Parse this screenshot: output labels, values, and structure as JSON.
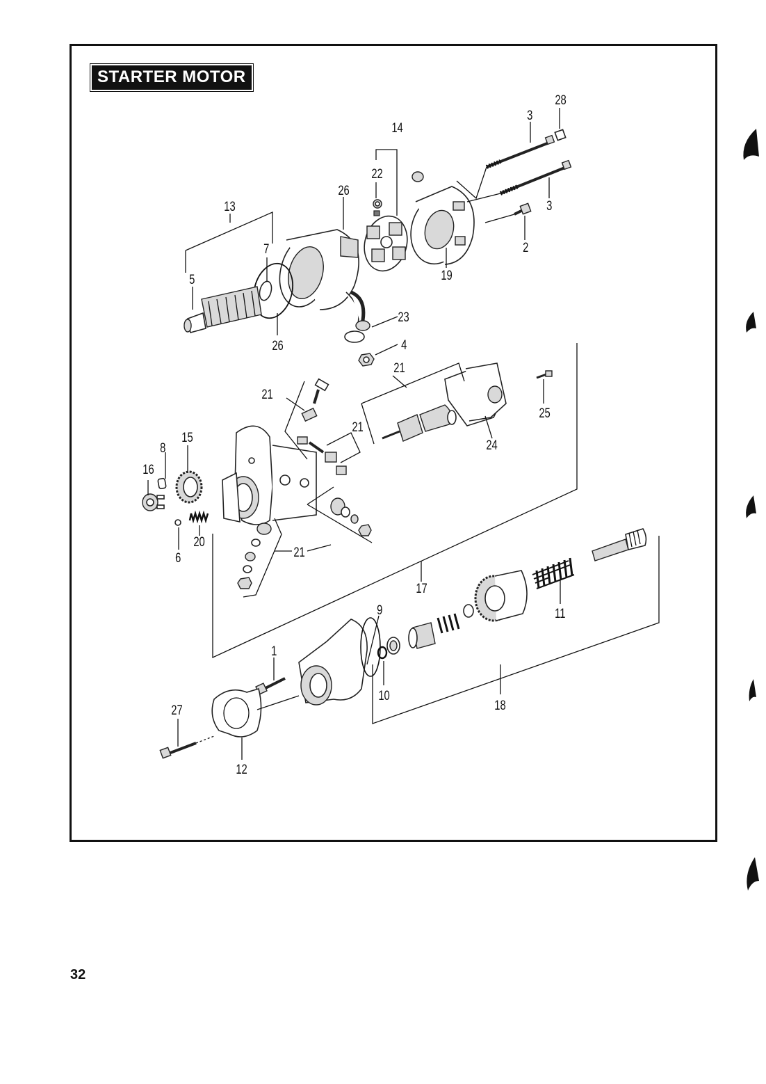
{
  "title": "STARTER MOTOR",
  "page_number": "32",
  "callouts": {
    "c28": "28",
    "c3a": "3",
    "c14": "14",
    "c22": "22",
    "c26a": "26",
    "c3b": "3",
    "c13": "13",
    "c7": "7",
    "c2": "2",
    "c19": "19",
    "c5": "5",
    "c23": "23",
    "c26b": "26",
    "c4": "4",
    "c21a": "21",
    "c21b": "21",
    "c21c": "21",
    "c25": "25",
    "c15": "15",
    "c8": "8",
    "c16": "16",
    "c24": "24",
    "c20": "20",
    "c6": "6",
    "c21d": "21",
    "c17": "17",
    "c9": "9",
    "c11": "11",
    "c1": "1",
    "c27": "27",
    "c10": "10",
    "c18": "18",
    "c12": "12"
  },
  "icons": [
    "starter-armature",
    "yoke-housing",
    "brush-holder",
    "end-cover",
    "solenoid-plunger",
    "gear-housing",
    "overrunning-clutch",
    "pinion-shaft",
    "gasket"
  ]
}
